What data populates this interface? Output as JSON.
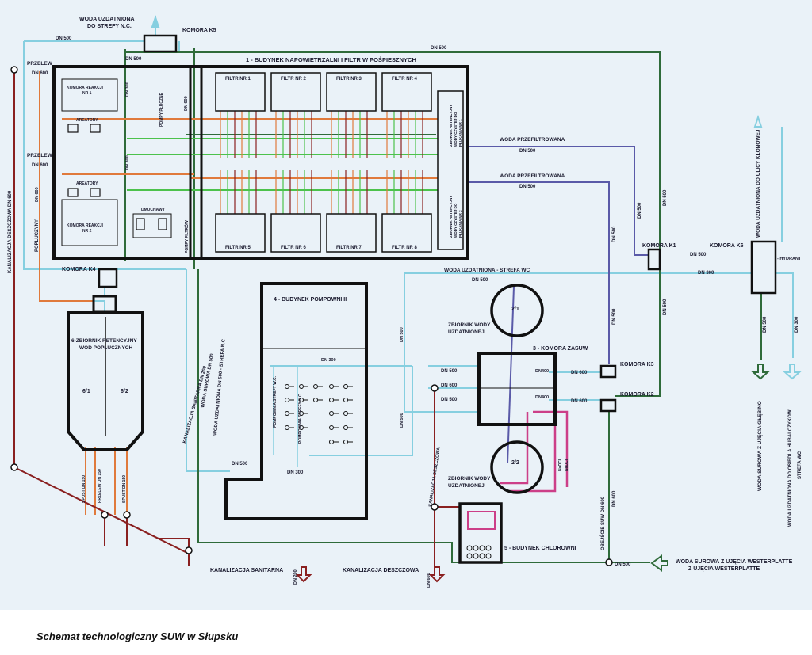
{
  "caption": "Schemat technologiczny SUW w Słupsku",
  "colors": {
    "paper": "#eaf2f8",
    "building": "#111111",
    "raw_water": "#2f6b3a",
    "treated_water": "#86cfe0",
    "filtered_water": "#5a5aa8",
    "wash_water": "#e07a3c",
    "backwash_air": "#4cc24c",
    "sewer": "#8a2020",
    "chlorine": "#cc3f88"
  },
  "labels": {
    "woda_uzdatniona_strefy_nc": "WODA UZDATNIONA\nDO STREFY N.C.",
    "komora_k5": "KOMORA K5",
    "dn500": "DN 500",
    "dn600": "DN 600",
    "dn300": "DN 300",
    "dn400": "DN400",
    "przelew": "PRZELEW",
    "building1": "1 - BUDYNEK NAPOWIETRZALNI I FILTR  W POŚPIESZNYCH",
    "komora_reakcji_1": "KOMORA REAKCJI\nNR 1",
    "komora_reakcji_2": "KOMORA REAKCJI\nNR 2",
    "areatory": "AREATORY",
    "dmuchawy": "DMUCHAWY",
    "pompy_plucz": "POMPY PŁUCZNE",
    "pompy_filtrow": "POMPY FILTRÓW",
    "filter_names": [
      "FILTR NR 1",
      "FILTR NR 2",
      "FILTR NR 3",
      "FILTR NR 4",
      "FILTR NR 5",
      "FILTR NR 6",
      "FILTR NR 7",
      "FILTR NR 8"
    ],
    "zbiornik_retencyjny_1": "ZBIORNIK RETENCYJNY\nWODY CZYSTEJ DO\nPŁUKANIA NR 1",
    "zbiornik_retencyjny_2": "ZBIORNIK RETENCYJNY\nWODY CZYSTEJ DO\nPŁUKANIA NR 2",
    "woda_przefiltrowana": "WODA PRZEFILTROWANA",
    "kanalizacja_deszczowa_dn600": "KANALIZACJA DESZCZOWA DN 600",
    "popluczyny": "POPŁUCZYNY",
    "komora_k4": "KOMORA K4",
    "zbiornik_6": "6-ZBIORNIK RETENCYJNY\nWÓD POPŁUCZNYCH",
    "tank_61": "6/1",
    "tank_62": "6/2",
    "spust": "SPUST DN 150",
    "przelew_dn150": "PRZELEW DN 150",
    "kanalizacja_sanitarna_dn200": "KANALIZACJA SANITARNA DN 200",
    "woda_surowa_dn500": "WODA SUROWA DN 500",
    "woda_uzdatniona_strefa_nc_vert": "WODA UZDATNIONA DN 500 - STREFA N.C",
    "building4": "4 - BUDYNEK POMPOWNI II",
    "pompownia_wc": "POMPOWNIA STREFY W.C.",
    "pompownia_nc": "POMPOWNIA STREFY N.C.",
    "woda_uzdatniona_strefa_wc": "WODA UZDATNIONA  -  STREFA WC",
    "zbiornik_wody_uzdatnionej": "ZBIORNIK WODY\nUZDATNIONEJ",
    "tank_21": "2/1",
    "tank_22": "2/2",
    "komora_zasuw": "3 - KOMORA ZASUW",
    "komora_k3": "KOMORA K3",
    "komora_k2": "KOMORA K2",
    "komora_k1": "KOMORA K1",
    "komora_k6": "KOMORA K6",
    "hydrant": "- HYDRANT",
    "woda_ulicy_klonowej": "WODA UZDATNIONA DO ULICY KLONOWEJ",
    "woda_surowa_glebino": "WODA SUROWA Z UJĘCIA GŁĘBINO",
    "woda_hubalczykow": "WODA UZDATNIONA DO OSIEDLA HUBALCZYKÓW\nSTREFA WC",
    "woda_surowa_westerplatte": "WODA SUROWA Z UJĘCIA WESTERPLATTE\nZ UJĘCIA WESTERPLATTE",
    "obejscie_suw": "OBEJŚCIE SUW DN 600",
    "naoci": "NaOCl",
    "building5": "5 - BUDYNEK CHLOROWNI",
    "kanalizacja_sanitarna": "KANALIZACJA SANITARNA",
    "kanalizacja_deszczowa": "KANALIZACJA DESZCZOWA"
  }
}
